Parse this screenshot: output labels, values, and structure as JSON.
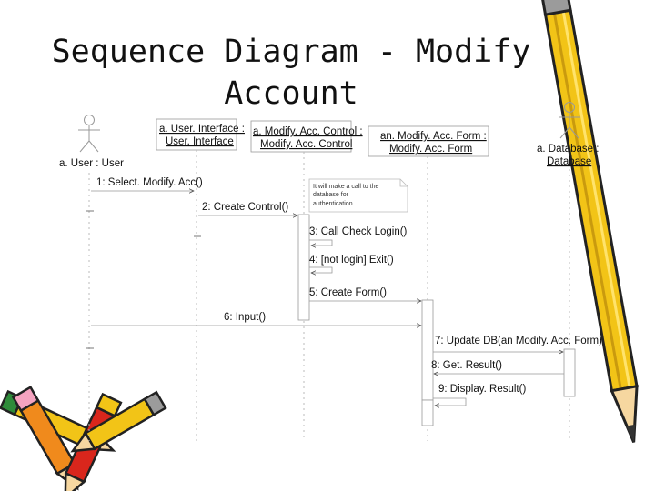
{
  "title": {
    "line1": "Sequence Diagram - Modify",
    "line2": "Account"
  },
  "actors": {
    "user": "a. User : User",
    "database": "a. Database : Database"
  },
  "objects": {
    "ui_line1": "a. User. Interface :",
    "ui_line2": "User. Interface",
    "control_line1": "a. Modify. Acc. Control :",
    "control_line2": "Modify. Acc. Control",
    "form_line1": "an. Modify. Acc. Form :",
    "form_line2": "Modify. Acc. Form",
    "db_line1": "a. Database :",
    "db_line2": "Database"
  },
  "note": {
    "line1": "It will make a call to the",
    "line2": "database for",
    "line3": "authentication"
  },
  "messages": [
    "1: Select. Modify. Acc()",
    "2: Create Control()",
    "3: Call Check Login()",
    "4: [not login] Exit()",
    "5: Create Form()",
    "6: Input()",
    "7: Update DB(an Modify. Acc. Form)",
    "8: Get. Result()",
    "9: Display. Result()"
  ],
  "colors": {
    "pencil_yellow": "#f2c417",
    "pencil_orange": "#f08a1c",
    "pencil_red": "#d9261c",
    "eraser_pink": "#f5a3c0",
    "pencil_green": "#2e8b3a"
  },
  "icons": [
    "pencil-icon",
    "stick-figure-icon"
  ]
}
